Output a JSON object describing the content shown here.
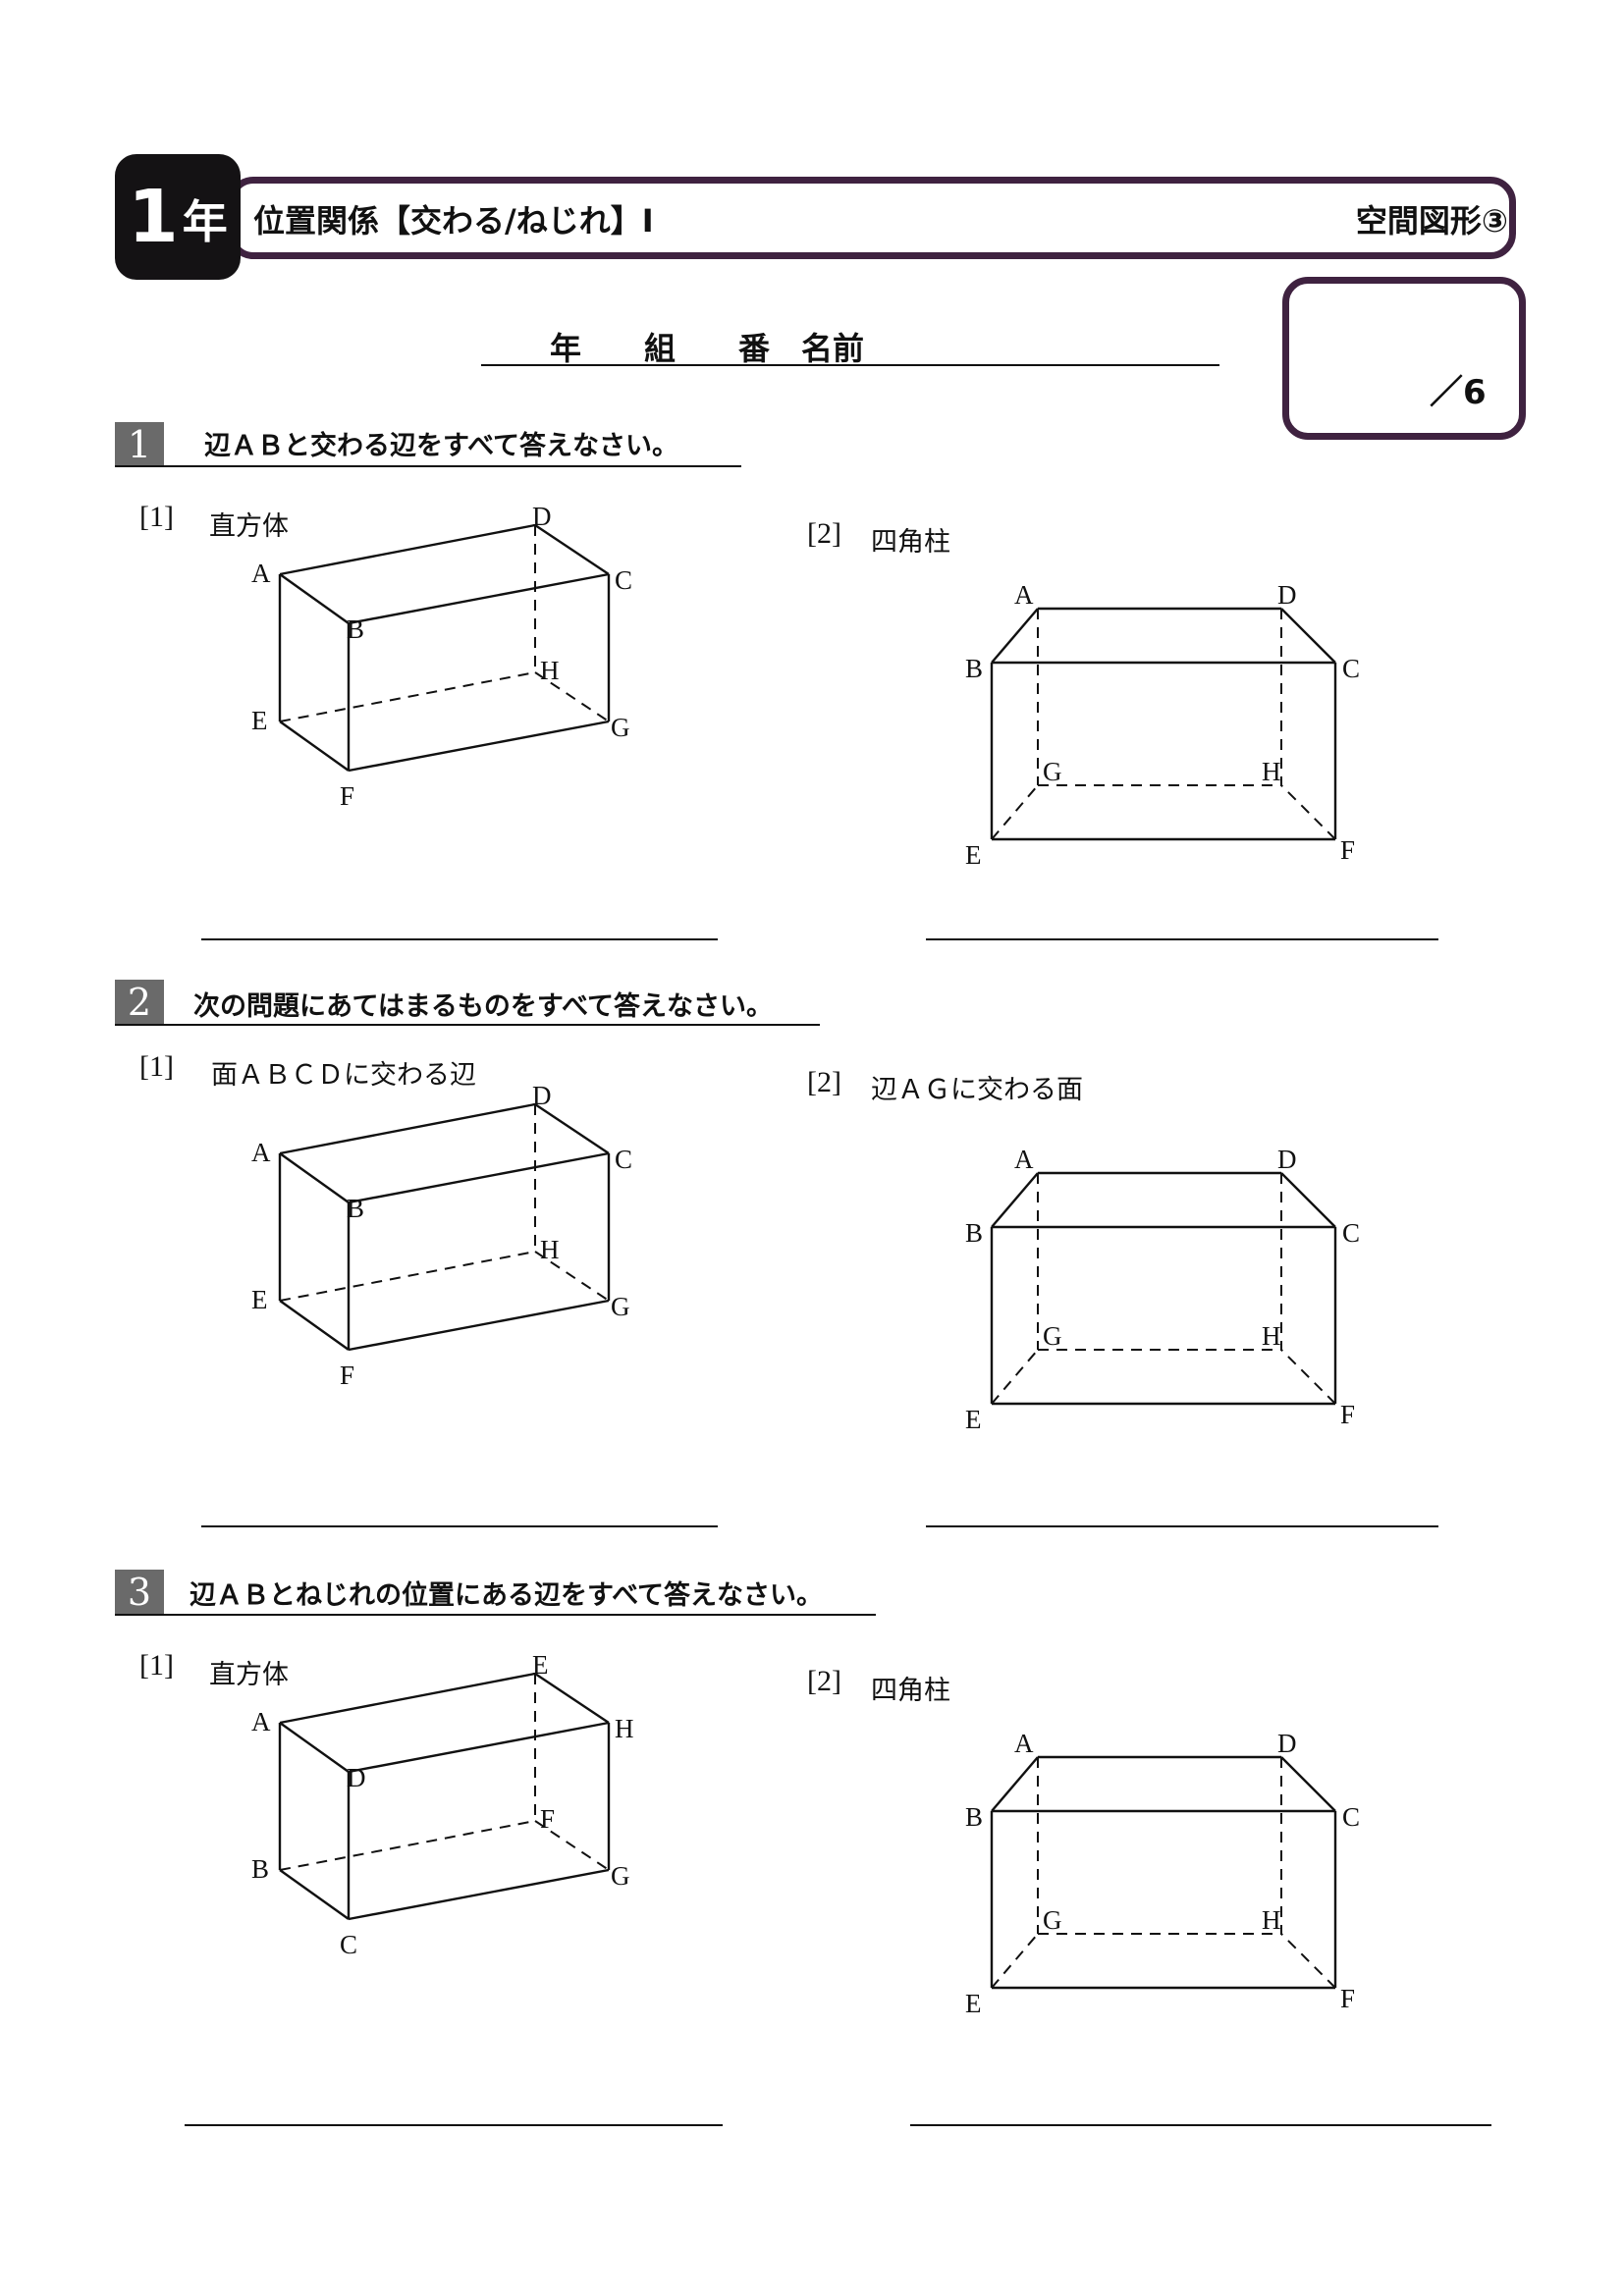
{
  "header": {
    "grade_number": "1",
    "grade_unit": "年",
    "title": "位置関係【交わる/ねじれ】Ⅰ",
    "unit": "空間図形③"
  },
  "student": {
    "name_line": "年　　組　　番　名前"
  },
  "score": {
    "text": "／6"
  },
  "questions": [
    {
      "number": "1",
      "text": "辺ＡＢと交わる辺をすべて答えなさい。",
      "parts": [
        {
          "no": "[1]",
          "label": "直方体",
          "vertices": [
            "A",
            "B",
            "C",
            "D",
            "E",
            "F",
            "G",
            "H"
          ]
        },
        {
          "no": "[2]",
          "label": "四角柱",
          "vertices": [
            "A",
            "B",
            "C",
            "D",
            "E",
            "F",
            "G",
            "H"
          ]
        }
      ]
    },
    {
      "number": "2",
      "text": "次の問題にあてはまるものをすべて答えなさい。",
      "parts": [
        {
          "no": "[1]",
          "label": "面ＡＢＣＤに交わる辺",
          "vertices": [
            "A",
            "B",
            "C",
            "D",
            "E",
            "F",
            "G",
            "H"
          ]
        },
        {
          "no": "[2]",
          "label": "辺ＡＧに交わる面",
          "vertices": [
            "A",
            "B",
            "C",
            "D",
            "E",
            "F",
            "G",
            "H"
          ]
        }
      ]
    },
    {
      "number": "3",
      "text": "辺ＡＢとねじれの位置にある辺をすべて答えなさい。",
      "parts": [
        {
          "no": "[1]",
          "label": "直方体",
          "vertices": [
            "A",
            "D",
            "H",
            "E",
            "B",
            "C",
            "G",
            "F"
          ]
        },
        {
          "no": "[2]",
          "label": "四角柱",
          "vertices": [
            "A",
            "B",
            "C",
            "D",
            "E",
            "F",
            "G",
            "H"
          ]
        }
      ]
    }
  ]
}
